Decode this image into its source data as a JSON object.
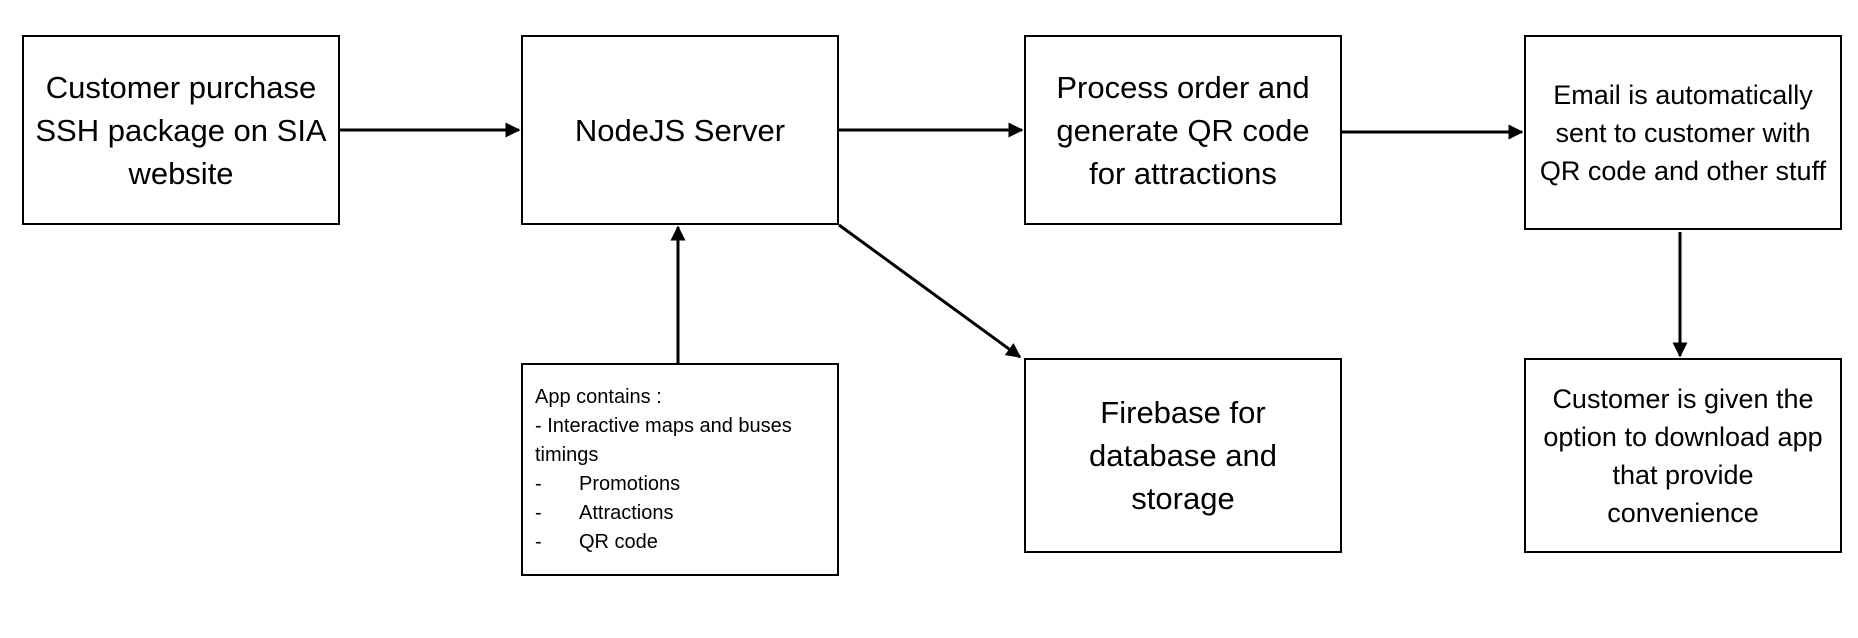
{
  "nodes": {
    "customer": "Customer purchase SSH package on SIA website",
    "server": "NodeJS Server",
    "process": "Process order and generate QR code for attractions",
    "email": "Email is automatically sent to customer with QR code and other stuff",
    "firebase": "Firebase for database and storage",
    "download": "Customer is given the option to download app that provide convenience",
    "app": {
      "heading": "App contains :",
      "first_item": "- Interactive maps and buses timings",
      "bullet_marker": "-",
      "items": [
        "Promotions",
        "Attractions",
        "QR code"
      ]
    }
  }
}
